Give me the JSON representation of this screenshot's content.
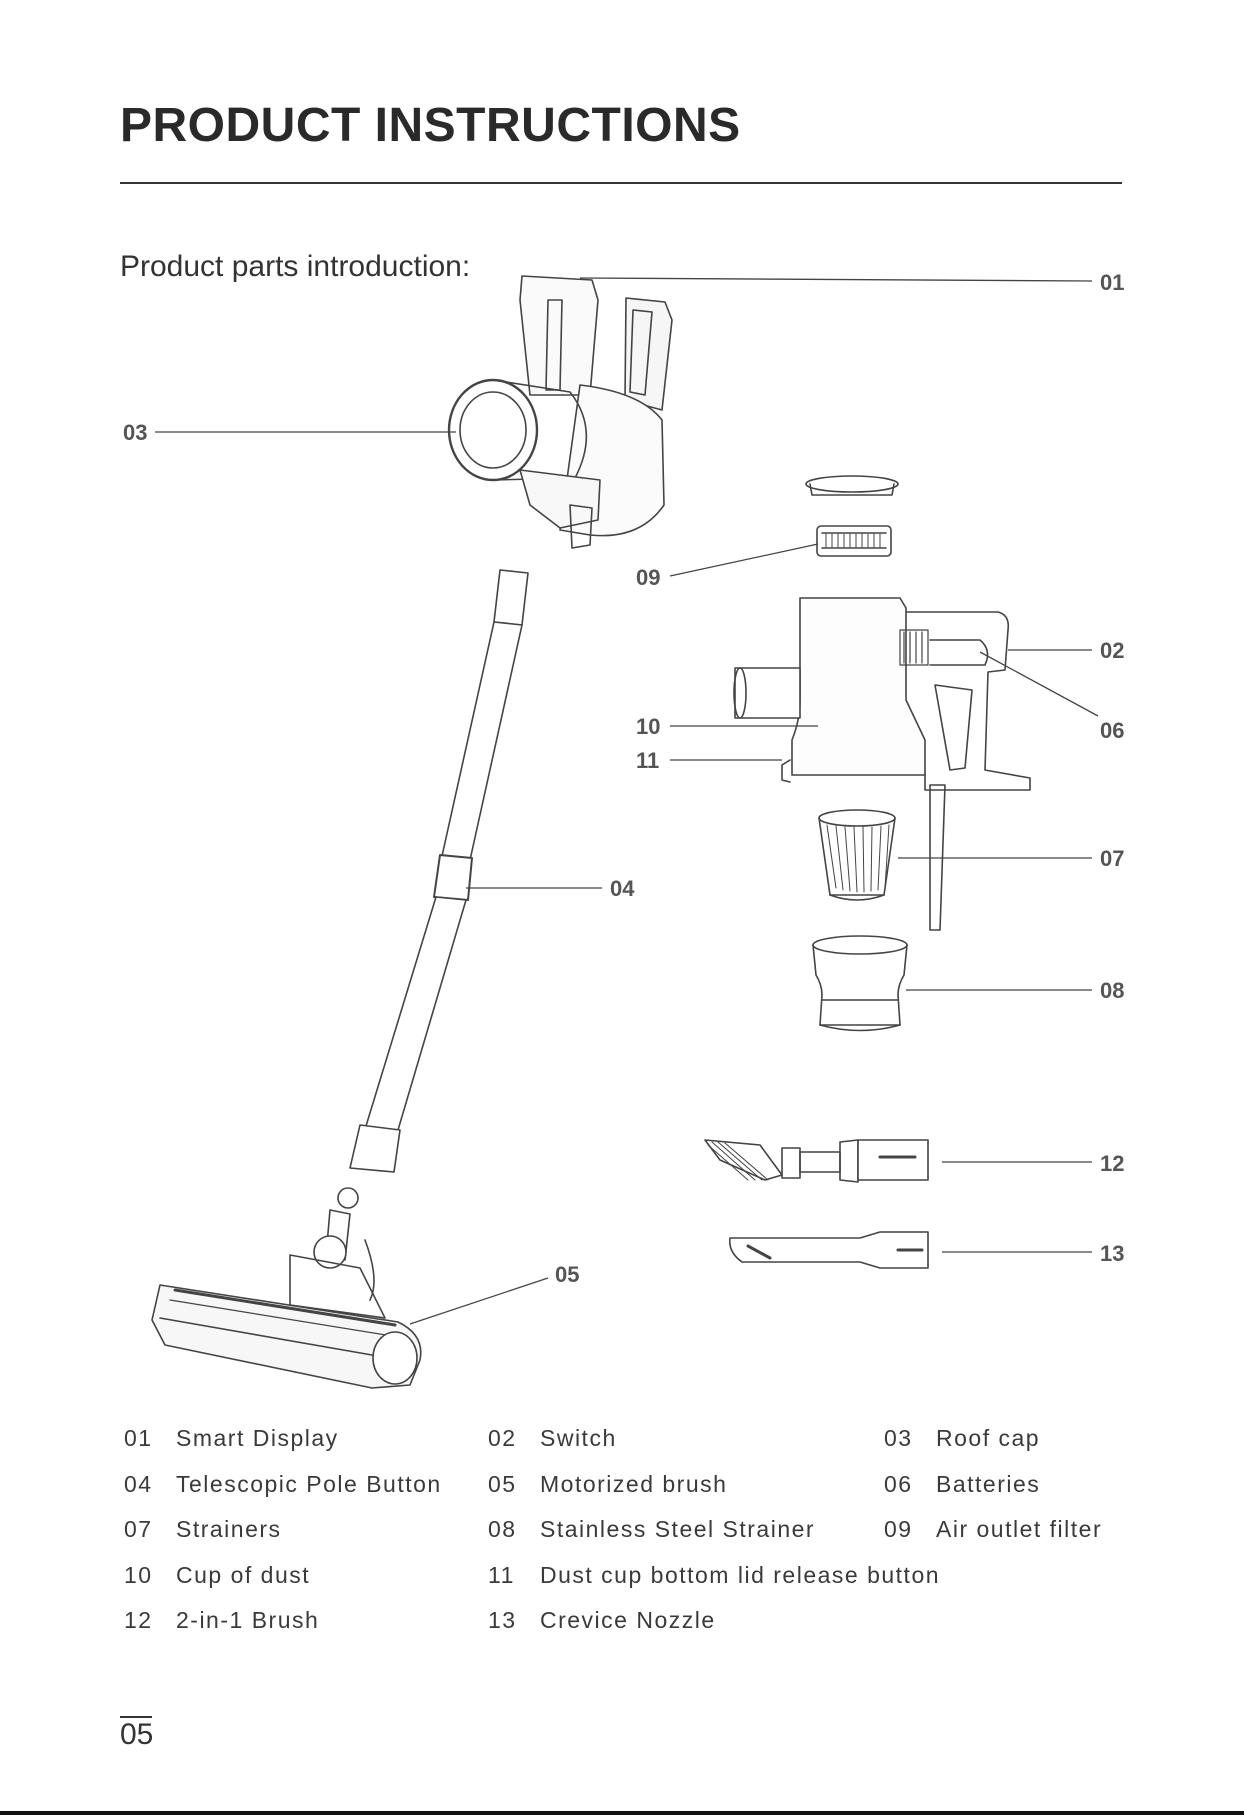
{
  "header": {
    "title": "PRODUCT INSTRUCTIONS",
    "subtitle": "Product parts introduction:"
  },
  "callouts": [
    "01",
    "02",
    "03",
    "04",
    "05",
    "06",
    "07",
    "08",
    "09",
    "10",
    "11",
    "12",
    "13"
  ],
  "legend": [
    [
      {
        "num": "01",
        "label": "Smart Display"
      },
      {
        "num": "02",
        "label": "Switch"
      },
      {
        "num": "03",
        "label": "Roof cap"
      }
    ],
    [
      {
        "num": "04",
        "label": "Telescopic Pole Button"
      },
      {
        "num": "05",
        "label": "Motorized brush"
      },
      {
        "num": "06",
        "label": "Batteries"
      }
    ],
    [
      {
        "num": "07",
        "label": "Strainers"
      },
      {
        "num": "08",
        "label": "Stainless Steel Strainer"
      },
      {
        "num": "09",
        "label": "Air outlet filter"
      }
    ],
    [
      {
        "num": "10",
        "label": "Cup of dust"
      },
      {
        "num": "11",
        "label": "Dust cup bottom lid release button"
      }
    ],
    [
      {
        "num": "12",
        "label": "2-in-1 Brush"
      },
      {
        "num": "13",
        "label": "Crevice Nozzle"
      }
    ]
  ],
  "footer": {
    "page_number": "05"
  }
}
